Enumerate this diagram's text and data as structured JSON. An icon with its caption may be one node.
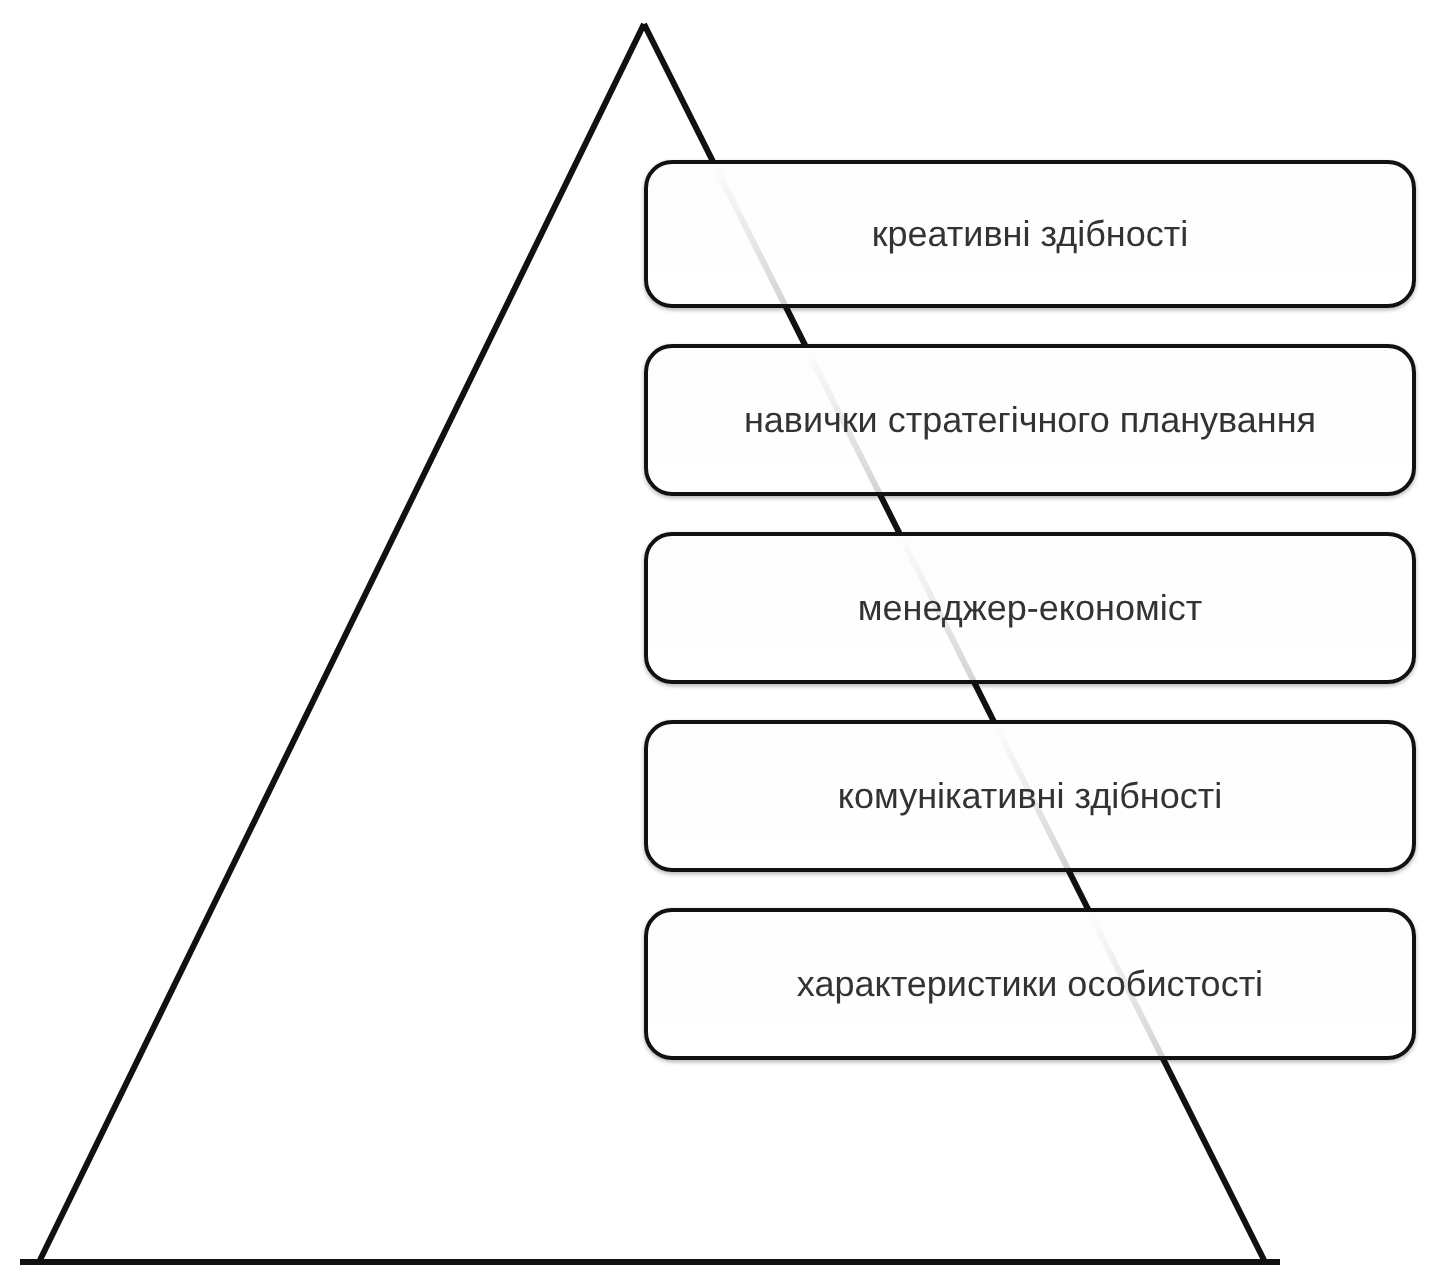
{
  "diagram": {
    "nodes": [
      {
        "text": [
          "креативні здібності"
        ]
      },
      {
        "text": [
          "навички стратегічного планування"
        ]
      },
      {
        "text": [
          "менеджер-економіст"
        ]
      },
      {
        "text": [
          "комунікативні здібності"
        ]
      },
      {
        "text": [
          "характеристики особистості"
        ]
      }
    ]
  }
}
